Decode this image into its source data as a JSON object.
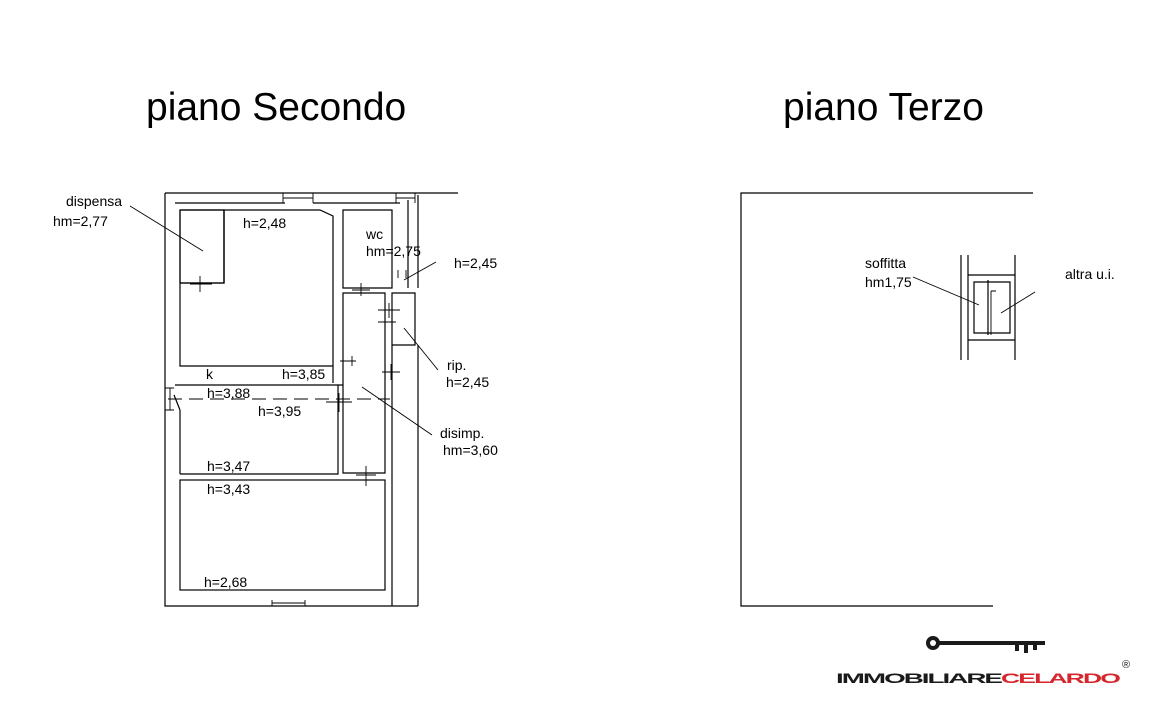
{
  "floors": {
    "left": {
      "title": "piano Secondo",
      "labels": {
        "dispensa_name": "dispensa",
        "dispensa_h": "hm=2,77",
        "room_h_248": "h=2,48",
        "wc_name": "wc",
        "wc_h": "hm=2,75",
        "h_245_top": "h=2,45",
        "k": "k",
        "h_385": "h=3,85",
        "h_388": "h=3,88",
        "h_395": "h=3,95",
        "rip_name": "rip.",
        "rip_h": "h=2,45",
        "disimp_name": "disimp.",
        "disimp_h": "hm=3,60",
        "h_347": "h=3,47",
        "h_343": "h=3,43",
        "h_268": "h=2,68"
      }
    },
    "right": {
      "title": "piano Terzo",
      "labels": {
        "soffitta_name": "soffitta",
        "soffitta_h": "hm1,75",
        "altra": "altra u.i."
      }
    }
  },
  "logo": {
    "part1": "IMMOBILIARE",
    "part2": "CELARDO",
    "registered": "®",
    "colors": {
      "dark": "#1a1a1a",
      "brand": "#d6262c"
    },
    "icon": "key-icon"
  }
}
